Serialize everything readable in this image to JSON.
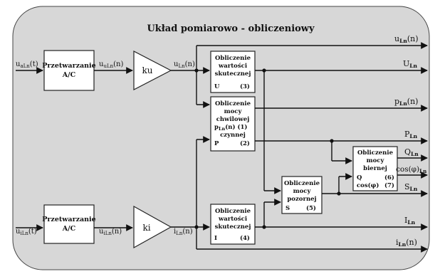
{
  "title": "Układ pomiarowo - obliczeniowy",
  "adc_top": {
    "line1": "Przetwarzanie",
    "line2": "A/C"
  },
  "adc_bottom": {
    "line1": "Przetwarzanie",
    "line2": "A/C"
  },
  "amp_top": "ku",
  "amp_bottom": "ki",
  "signals": {
    "u_in_top": {
      "base": "u",
      "sub": "aLn",
      "arg": "(t)"
    },
    "u_adc_top": {
      "base": "u",
      "sub": "uLn",
      "arg": "(n)"
    },
    "u_amp_top": {
      "base": "u",
      "sub": "Ln",
      "arg": "(n)"
    },
    "i_in_bottom": {
      "base": "u",
      "sub": "iLn",
      "arg": "(t)"
    },
    "u_adc_bottom": {
      "base": "u",
      "sub": "iLn",
      "arg": "(n)"
    },
    "i_amp_bottom": {
      "base": "i",
      "sub": "Ln",
      "arg": "(n)"
    }
  },
  "block_u": {
    "l1": "Obliczenie",
    "l2": "wartości",
    "l3": "skutecznej",
    "sym": "U",
    "num": "(3)"
  },
  "block_p": {
    "l1": "Obliczenie",
    "l2": "mocy",
    "l3": "chwilowej",
    "l4_base": "p",
    "l4_sub": "Ln",
    "l4_arg": "(n)",
    "l4_num": "(1)",
    "l5": "czynnej",
    "sym": "P",
    "num": "(2)"
  },
  "block_i": {
    "l1": "Obliczenie",
    "l2": "wartości",
    "l3": "skutecznej",
    "sym": "I",
    "num": "(4)"
  },
  "block_s": {
    "l1": "Obliczenie",
    "l2": "mocy",
    "l3": "pozornej",
    "sym": "S",
    "num": "(5)"
  },
  "block_q": {
    "l1": "Obliczenie",
    "l2": "mocy",
    "l3": "biernej",
    "sym": "Q",
    "num": "(6)",
    "sym2": "cos(φ)",
    "num2": "(7)"
  },
  "outputs": {
    "u_n": {
      "base": "u",
      "sub": "Ln",
      "arg": "(n)"
    },
    "U": {
      "base": "U",
      "sub": "Ln",
      "arg": ""
    },
    "p_n": {
      "base": "p",
      "sub": "Ln",
      "arg": "(n)"
    },
    "P": {
      "base": "P",
      "sub": "Ln",
      "arg": ""
    },
    "Q": {
      "base": "Q",
      "sub": "Ln",
      "arg": ""
    },
    "cos": {
      "base": "cos(φ)",
      "sub": "Ln",
      "arg": ""
    },
    "S": {
      "base": "S",
      "sub": "Ln",
      "arg": ""
    },
    "I": {
      "base": "I",
      "sub": "Ln",
      "arg": ""
    },
    "i_n": {
      "base": "i",
      "sub": "Ln",
      "arg": "(n)"
    }
  },
  "colors": {
    "panel_fill": "#d7d7d7",
    "panel_stroke": "#444444"
  }
}
